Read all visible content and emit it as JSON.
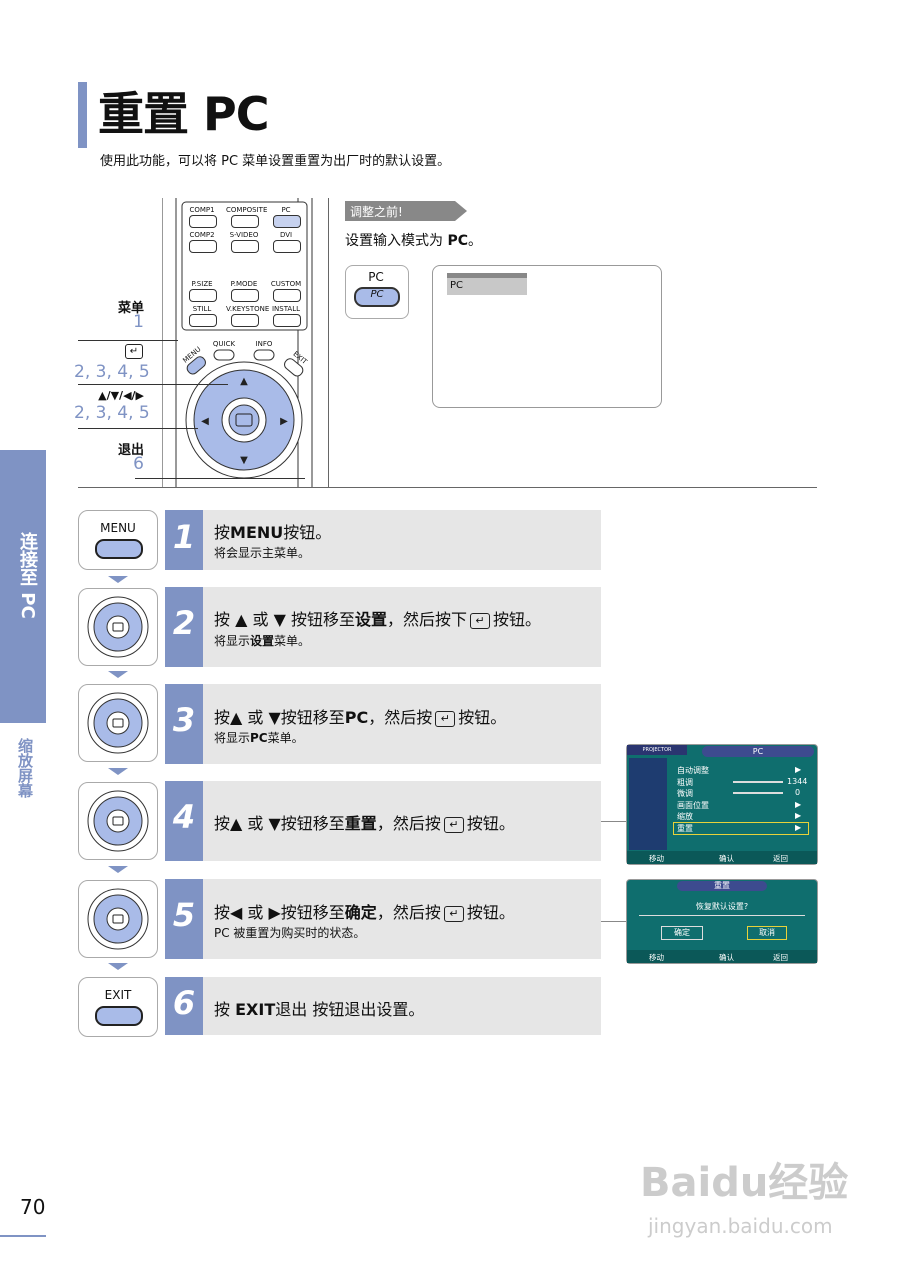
{
  "header": {
    "title": "重置 PC",
    "subtitle": "使用此功能，可以将 PC 菜单设置重置为出厂时的默认设置。"
  },
  "side_tab": {
    "label": "连接至 PC",
    "sub_label": "缩放屏幕"
  },
  "remote": {
    "buttons": [
      {
        "label": "COMP1",
        "key": "comp1"
      },
      {
        "label": "COMPOSITE",
        "key": "composite"
      },
      {
        "label": "PC",
        "key": "pc"
      },
      {
        "label": "COMP2",
        "key": "comp2"
      },
      {
        "label": "S-VIDEO",
        "key": "svideo"
      },
      {
        "label": "DVI",
        "key": "dvi"
      },
      {
        "label": "P.SIZE",
        "key": "psize"
      },
      {
        "label": "P.MODE",
        "key": "pmode"
      },
      {
        "label": "CUSTOM",
        "key": "custom"
      },
      {
        "label": "STILL",
        "key": "still"
      },
      {
        "label": "V.KEYSTONE",
        "key": "vkeystone"
      },
      {
        "label": "INSTALL",
        "key": "install"
      }
    ],
    "menu_label": "MENU",
    "quick_label": "QUICK",
    "info_label": "INFO",
    "exit_label": "EXIT"
  },
  "callouts": {
    "menu": {
      "label": "菜单",
      "num": "1"
    },
    "enter": {
      "num": "2, 3, 4, 5"
    },
    "arrows": {
      "label": "▲/▼/◀/▶",
      "num": "2, 3, 4, 5"
    },
    "exit": {
      "label": "退出",
      "num": "6"
    }
  },
  "before": {
    "tag": "调整之前!",
    "desc_prefix": "设置输入模式为",
    "desc_bold": "PC",
    "desc_suffix": "。",
    "pc_key_label": "PC",
    "pc_key_text": "PC",
    "screen_item": "PC"
  },
  "steps": [
    {
      "num": "1",
      "icon": "MENU",
      "main_prefix": "按",
      "main_bold": "MENU",
      "main_suffix": "按钮。",
      "sub": "将会显示主菜单。"
    },
    {
      "num": "2",
      "main_a": "按 ▲ 或 ▼ 按钮移至",
      "main_bold": "设置",
      "main_b": "，然后按下",
      "main_c": "按钮。",
      "sub_a": "将显示",
      "sub_bold": "设置",
      "sub_b": "菜单。"
    },
    {
      "num": "3",
      "main_a": "按▲ 或 ▼按钮移至",
      "main_bold": "PC",
      "main_b": "，然后按",
      "main_c": "按钮。",
      "sub_a": "将显示",
      "sub_bold": "PC",
      "sub_b": "菜单。"
    },
    {
      "num": "4",
      "main_a": "按▲ 或 ▼按钮移至",
      "main_bold": "重置",
      "main_b": "，然后按",
      "main_c": "按钮。"
    },
    {
      "num": "5",
      "main_a": "按◀ 或 ▶按钮移至",
      "main_bold": "确定",
      "main_b": "，然后按",
      "main_c": "按钮。",
      "sub": "PC 被重置为购买时的状态。"
    },
    {
      "num": "6",
      "icon": "EXIT",
      "main_a": "按 ",
      "main_bold": "EXIT",
      "main_b": "退出 按钮退出设置。"
    }
  ],
  "osd_pc": {
    "brand": "PROJECTOR",
    "title": "PC",
    "items": [
      {
        "label": "自动调整",
        "value": "▶"
      },
      {
        "label": "粗调",
        "value": "1344"
      },
      {
        "label": "微调",
        "value": "0"
      },
      {
        "label": "画面位置",
        "value": "▶"
      },
      {
        "label": "缩放",
        "value": "▶"
      },
      {
        "label": "重置",
        "value": "▶"
      }
    ],
    "footer": {
      "move": "移动",
      "confirm": "确认",
      "back": "返回"
    }
  },
  "osd_reset": {
    "title": "重置",
    "question": "恢复默认设置?",
    "ok": "确定",
    "cancel": "取消",
    "footer": {
      "move": "移动",
      "confirm": "确认",
      "back": "返回"
    }
  },
  "footer": {
    "page_number": "70"
  },
  "watermark": {
    "text": "Baidu经验",
    "url": "jingyan.baidu.com"
  },
  "colors": {
    "accent": "#7f93c4",
    "osd_bg": "#0f6e6e",
    "step_bg": "#e6e6e6"
  }
}
